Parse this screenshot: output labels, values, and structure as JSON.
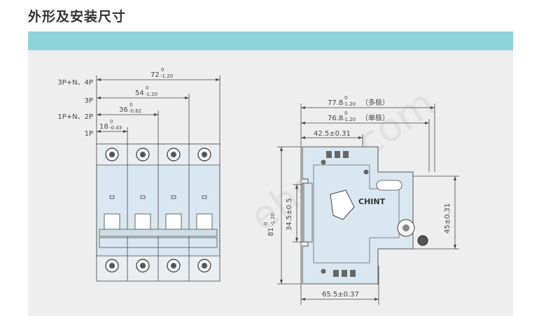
{
  "title": "外形及安装尺寸",
  "colors": {
    "band": "#8fd3da",
    "panel": "#eeeeee",
    "body_fill": "#d8e7f0",
    "line": "#444444"
  },
  "front_view": {
    "pole_labels": [
      "3P+N、4P",
      "3P",
      "1P+N、2P",
      "1P"
    ],
    "dims": [
      {
        "value": "72",
        "upper": "0",
        "lower": "-1.20"
      },
      {
        "value": "54",
        "upper": "0",
        "lower": "-1.20"
      },
      {
        "value": "36",
        "upper": "0",
        "lower": "-0.62"
      },
      {
        "value": "18",
        "upper": "0",
        "lower": "-0.43"
      }
    ]
  },
  "side_view": {
    "width_multi": {
      "value": "77.8",
      "upper": "0",
      "lower": "-1.20",
      "note": "（多极）"
    },
    "width_single": {
      "value": "76.8",
      "upper": "0",
      "lower": "-1.20",
      "note": "（单极）"
    },
    "top_offset": "42.5±0.31",
    "height": {
      "value": "81",
      "upper": "0",
      "lower": "-1.20"
    },
    "rail_height": "34.5±0.5",
    "right_height": "45±0.31",
    "bottom_width": "65.5±0.37",
    "brand": "CHINT"
  },
  "watermark": "ehsee.com"
}
